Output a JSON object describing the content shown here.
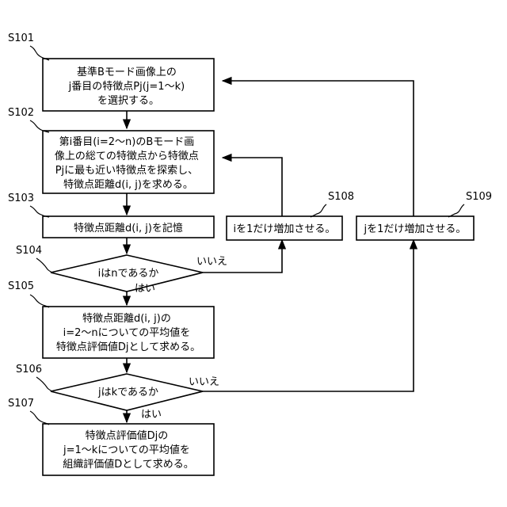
{
  "steps": {
    "s101": {
      "id": "S101",
      "lines": [
        "基準Bモード画像上の",
        "j番目の特徴点Pj(j=1〜k)",
        "を選択する。"
      ]
    },
    "s102": {
      "id": "S102",
      "lines": [
        "第i番目(i=2〜n)のBモード画",
        "像上の総ての特徴点から特徴点",
        "Pjに最も近い特徴点を探索し、",
        "特徴点距離d(i, j)を求める。"
      ]
    },
    "s103": {
      "id": "S103",
      "lines": [
        "特徴点距離d(i, j)を記憶"
      ]
    },
    "s104": {
      "id": "S104",
      "lines": [
        "iはnであるか"
      ]
    },
    "s105": {
      "id": "S105",
      "lines": [
        "特徴点距離d(i, j)の",
        "i=2〜nについての平均値を",
        "特徴点評価値Djとして求める。"
      ]
    },
    "s106": {
      "id": "S106",
      "lines": [
        "jはkであるか"
      ]
    },
    "s107": {
      "id": "S107",
      "lines": [
        "特徴点評価値Djの",
        "j=1〜kについての平均値を",
        "組織評価値Dとして求める。"
      ]
    },
    "s108": {
      "id": "S108",
      "lines": [
        "iを1だけ増加させる。"
      ]
    },
    "s109": {
      "id": "S109",
      "lines": [
        "jを1だけ増加させる。"
      ]
    }
  },
  "branches": {
    "yes": "はい",
    "no": "いいえ"
  }
}
